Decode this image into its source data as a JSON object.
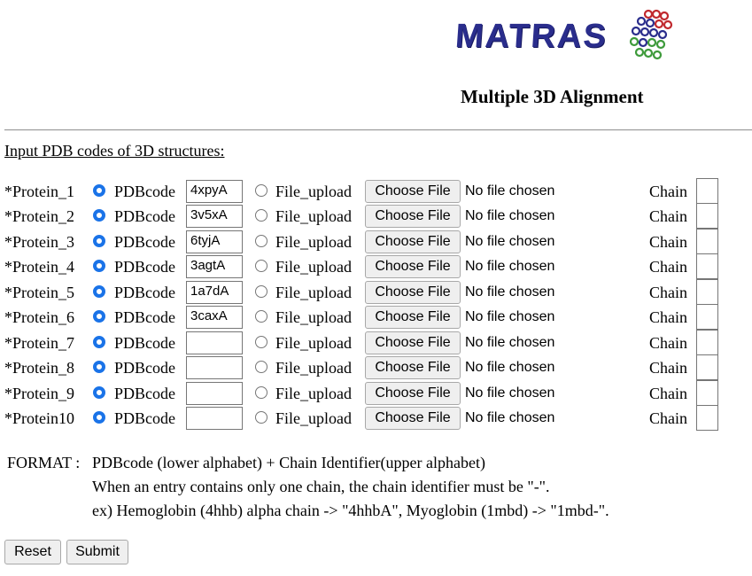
{
  "header": {
    "logo_text": "MATRAS",
    "subtitle": "Multiple 3D Alignment"
  },
  "form": {
    "heading": "Input PDB codes of 3D structures:",
    "pdb_option_label": "PDBcode",
    "upload_option_label": "File_upload",
    "choose_file_label": "Choose File",
    "no_file_text": "No file chosen",
    "chain_label": "Chain",
    "proteins": [
      {
        "label": "*Protein_1",
        "pdbcode": "4xpyA",
        "chain": ""
      },
      {
        "label": "*Protein_2",
        "pdbcode": "3v5xA",
        "chain": ""
      },
      {
        "label": "*Protein_3",
        "pdbcode": "6tyjA",
        "chain": ""
      },
      {
        "label": "*Protein_4",
        "pdbcode": "3agtA",
        "chain": ""
      },
      {
        "label": "*Protein_5",
        "pdbcode": "1a7dA",
        "chain": ""
      },
      {
        "label": "*Protein_6",
        "pdbcode": "3caxA",
        "chain": ""
      },
      {
        "label": "*Protein_7",
        "pdbcode": "",
        "chain": ""
      },
      {
        "label": "*Protein_8",
        "pdbcode": "",
        "chain": ""
      },
      {
        "label": "*Protein_9",
        "pdbcode": "",
        "chain": ""
      },
      {
        "label": "*Protein10",
        "pdbcode": "",
        "chain": ""
      }
    ],
    "selected_option": "PDBcode"
  },
  "format": {
    "label": "FORMAT :",
    "line1": "PDBcode (lower alphabet) + Chain Identifier(upper alphabet)",
    "line2": "When an entry contains only one chain, the chain identifier must be \"-\".",
    "line3": "ex) Hemoglobin (4hhb) alpha chain -> \"4hhbA\", Myoglobin (1mbd) -> \"1mbd-\"."
  },
  "buttons": {
    "reset_label": "Reset",
    "submit_label": "Submit"
  },
  "colors": {
    "logo_blue": "#2a2d8c",
    "radio_checked": "#1a73e8",
    "button_bg": "#efefef"
  }
}
